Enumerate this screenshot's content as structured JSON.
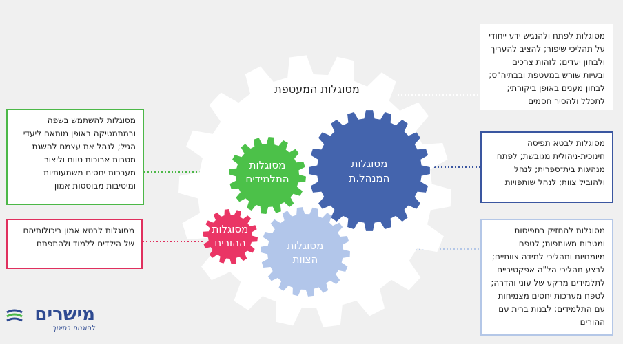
{
  "center_title": "מסוגלות המעטפת",
  "gears": {
    "manager": {
      "label_line1": "מסוגלות",
      "label_line2": "המנהל.ת",
      "color": "#4464ad"
    },
    "students": {
      "label_line1": "מסוגלות",
      "label_line2": "התלמידים",
      "color": "#4cc149"
    },
    "parents": {
      "label_line1": "מסוגלות",
      "label_line2": "ההורים",
      "color": "#ea3565"
    },
    "staff": {
      "label_line1": "מסוגלות",
      "label_line2": "הצוות",
      "color": "#b2c6ea"
    }
  },
  "boxes": {
    "top": "מסוגלות לפתח ולהנגיש ידע ייחודי על תהליכי שיפור; להציב להעריך ולבחון יעדים; לזהות צרכים ובעיות שורש במעטפת ובבתיה\"ס; לבחון מענים באופן ביקורתי; לתכלל ולהסיר חסמים",
    "manager": "מסוגלות לבטא תפיסה חינוכית-ניהולית מגובשת; לפתח מנהיגות בית־ספרית; לנהל ולהוביל צוות; לנהל שותפויות",
    "students": "מסוגלות להשתמש בשפה ובמתמטיקה באופן מותאם ליעדי הגיל; לנהל את עצמם להשגת מטרות ארוכות טווח וליצור מערכות יחסים משמעותיות ומיטיבות מבוססות אמון",
    "parents": "מסוגלות לבטא אמון ביכולותיהם של הילדים ללמוד ולהתפתח",
    "staff": "מסוגלות להחזיק בתפיסות ומטרות משותפות; לטפח מיומנויות ותהליכי למידה צוותיים; לבצע תהליכי הל\"ה אפקטיביים לתלמידים מרקע של עוני והדרה; לטפח מערכות יחסים מצמיחות עם התלמידים; לבנות ברית עם ההורים"
  },
  "logo": {
    "name": "מישרים",
    "tagline": "להוגנות בחינוך"
  },
  "colors": {
    "background": "#f0f0f0",
    "big_gear": "#ffffff",
    "manager_border": "#3a56a0",
    "students_border": "#4cb848",
    "parents_border": "#e0305e",
    "staff_border": "#b4c7e7",
    "logo": "#2e4a91"
  }
}
